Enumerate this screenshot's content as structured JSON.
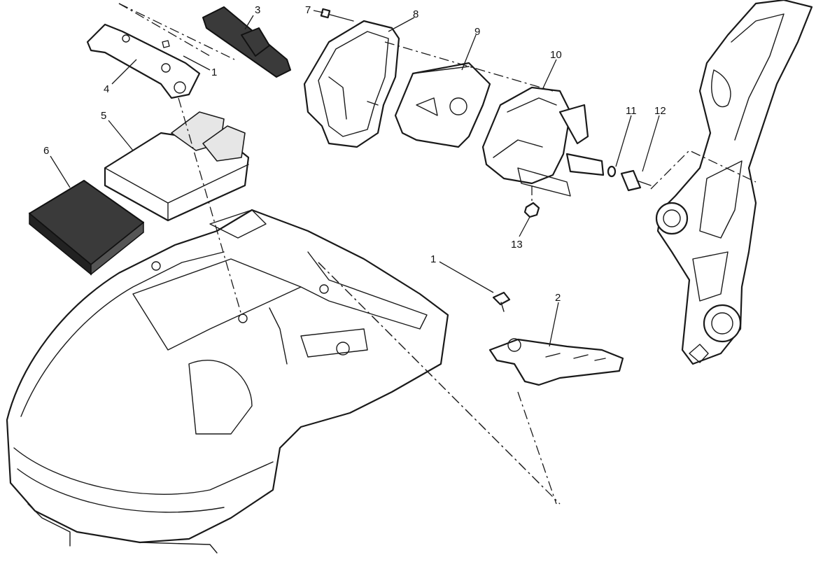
{
  "callouts": {
    "c1a": "1",
    "c1b": "1",
    "c2": "2",
    "c3": "3",
    "c4": "4",
    "c5": "5",
    "c6": "6",
    "c7": "7",
    "c8": "8",
    "c9": "9",
    "c10": "10",
    "c11": "11",
    "c12": "12",
    "c13": "13"
  },
  "colors": {
    "line": "#1a1a1a",
    "dark_part": "#3a3a3a",
    "background": "#ffffff"
  }
}
